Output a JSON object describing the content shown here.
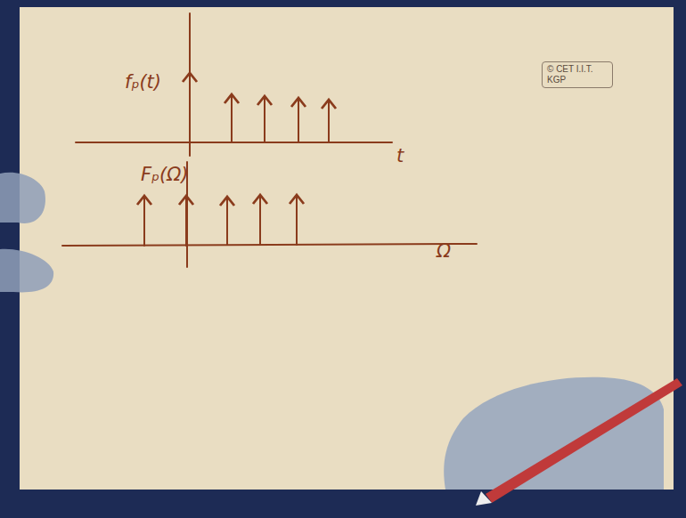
{
  "diagram": {
    "nodes": [
      {
        "text": [
          "© CET I.I.T. KGP"
        ]
      }
    ],
    "labels": [
      "fₚ(t)",
      "t",
      "Fₚ(Ω)",
      "Ω"
    ]
  }
}
